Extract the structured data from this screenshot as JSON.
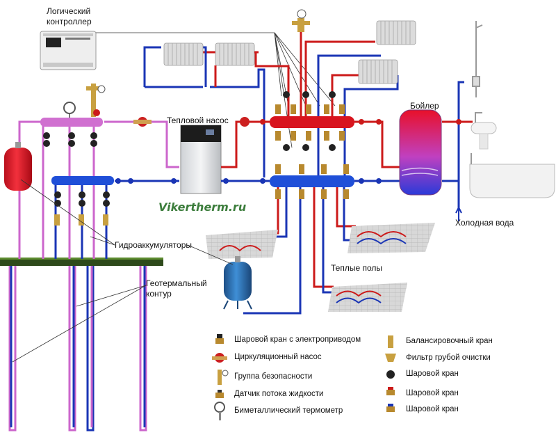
{
  "labels": {
    "controller": "Логический\nконтроллер",
    "heat_pump": "Тепловой насос",
    "boiler": "Бойлер",
    "cold_water": "Холодная вода",
    "accumulators": "Гидроаккумуляторы",
    "warm_floors": "Теплые полы",
    "geo_contour": "Геотермальный\nконтур",
    "watermark": "Vikertherm.ru"
  },
  "legend": {
    "left": [
      {
        "icon": "motorized-ball-valve-icon",
        "text": "Шаровой кран с электроприводом"
      },
      {
        "icon": "circulation-pump-icon",
        "text": "Циркуляционный насос"
      },
      {
        "icon": "safety-group-icon",
        "text": "Группа безопасности"
      },
      {
        "icon": "flow-sensor-icon",
        "text": "Датчик потока жидкости"
      },
      {
        "icon": "bimetal-thermometer-icon",
        "text": "Биметаллический термометр"
      }
    ],
    "right": [
      {
        "icon": "balancing-valve-icon",
        "text": "Балансировочный кран"
      },
      {
        "icon": "coarse-filter-icon",
        "text": "Фильтр грубой очистки"
      },
      {
        "icon": "ball-valve-black-icon",
        "text": "Шаровой кран"
      },
      {
        "icon": "ball-valve-red-icon",
        "text": "Шаровой кран"
      },
      {
        "icon": "ball-valve-blue-icon",
        "text": "Шаровой кран"
      }
    ]
  },
  "colors": {
    "hot": "#cc1a1a",
    "cold": "#1a35b5",
    "glycol": "#cc66cc",
    "manifold_hot": "#d8141e",
    "manifold_cold": "#1f4fd8",
    "expansion_tank": "#e11d2a",
    "accumulator": "#2a6fb5"
  }
}
